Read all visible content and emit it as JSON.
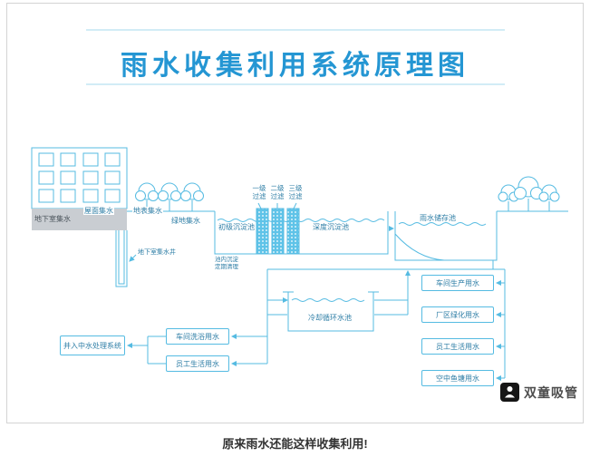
{
  "title": "雨水收集利用系统原理图",
  "caption": "原来雨水还能这样收集利用!",
  "logo_text": "双童吸管",
  "colors": {
    "title_blue": "#2496d3",
    "line_blue": "#55bbe2",
    "label_blue": "#2e7ea6"
  },
  "labels": {
    "roof": "屋面集水",
    "basement": "地下室集水",
    "surface": "地表集水",
    "green": "绿地集水",
    "well": "地下室集水井",
    "primary_tank": "初级沉淀池",
    "filter1": "一级过滤",
    "filter2": "二级过滤",
    "filter3": "三级过滤",
    "deep_tank": "深度沉淀池",
    "tank_note": "池内沉淀定期清理",
    "storage": "雨水储存池",
    "cooling": "冷却循环水池",
    "reclaim": "并入中水处理系统",
    "bath": "车间洗浴用水",
    "staff_left": "员工生活用水"
  },
  "use_boxes": [
    "车间生产用水",
    "厂区绿化用水",
    "员工生活用水",
    "空中鱼塘用水"
  ]
}
